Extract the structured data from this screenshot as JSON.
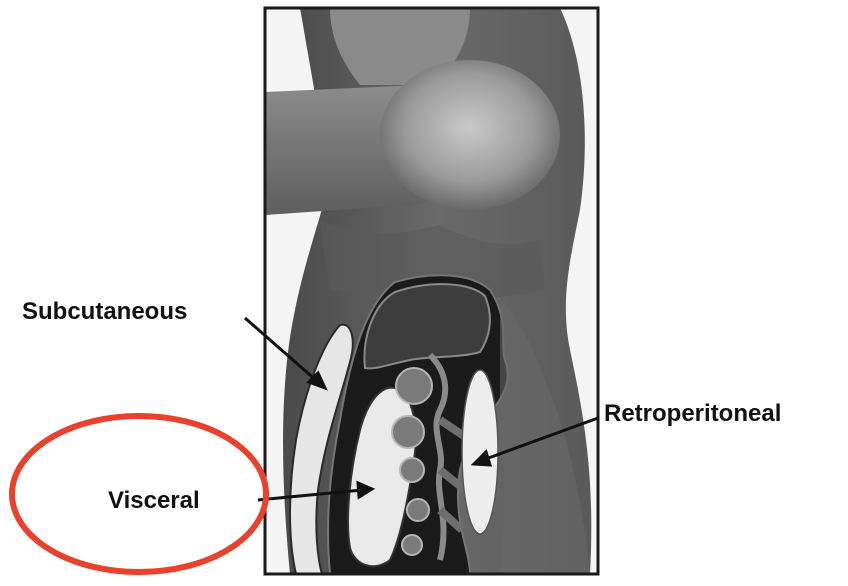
{
  "labels": {
    "subcutaneous": "Subcutaneous",
    "visceral": "Visceral",
    "retroperitoneal": "Retroperitoneal"
  },
  "colors": {
    "highlight_circle": "#e8412c",
    "frame": "#1a1a1a",
    "fat": "#ececec",
    "cavity": "#1b1b1b"
  }
}
